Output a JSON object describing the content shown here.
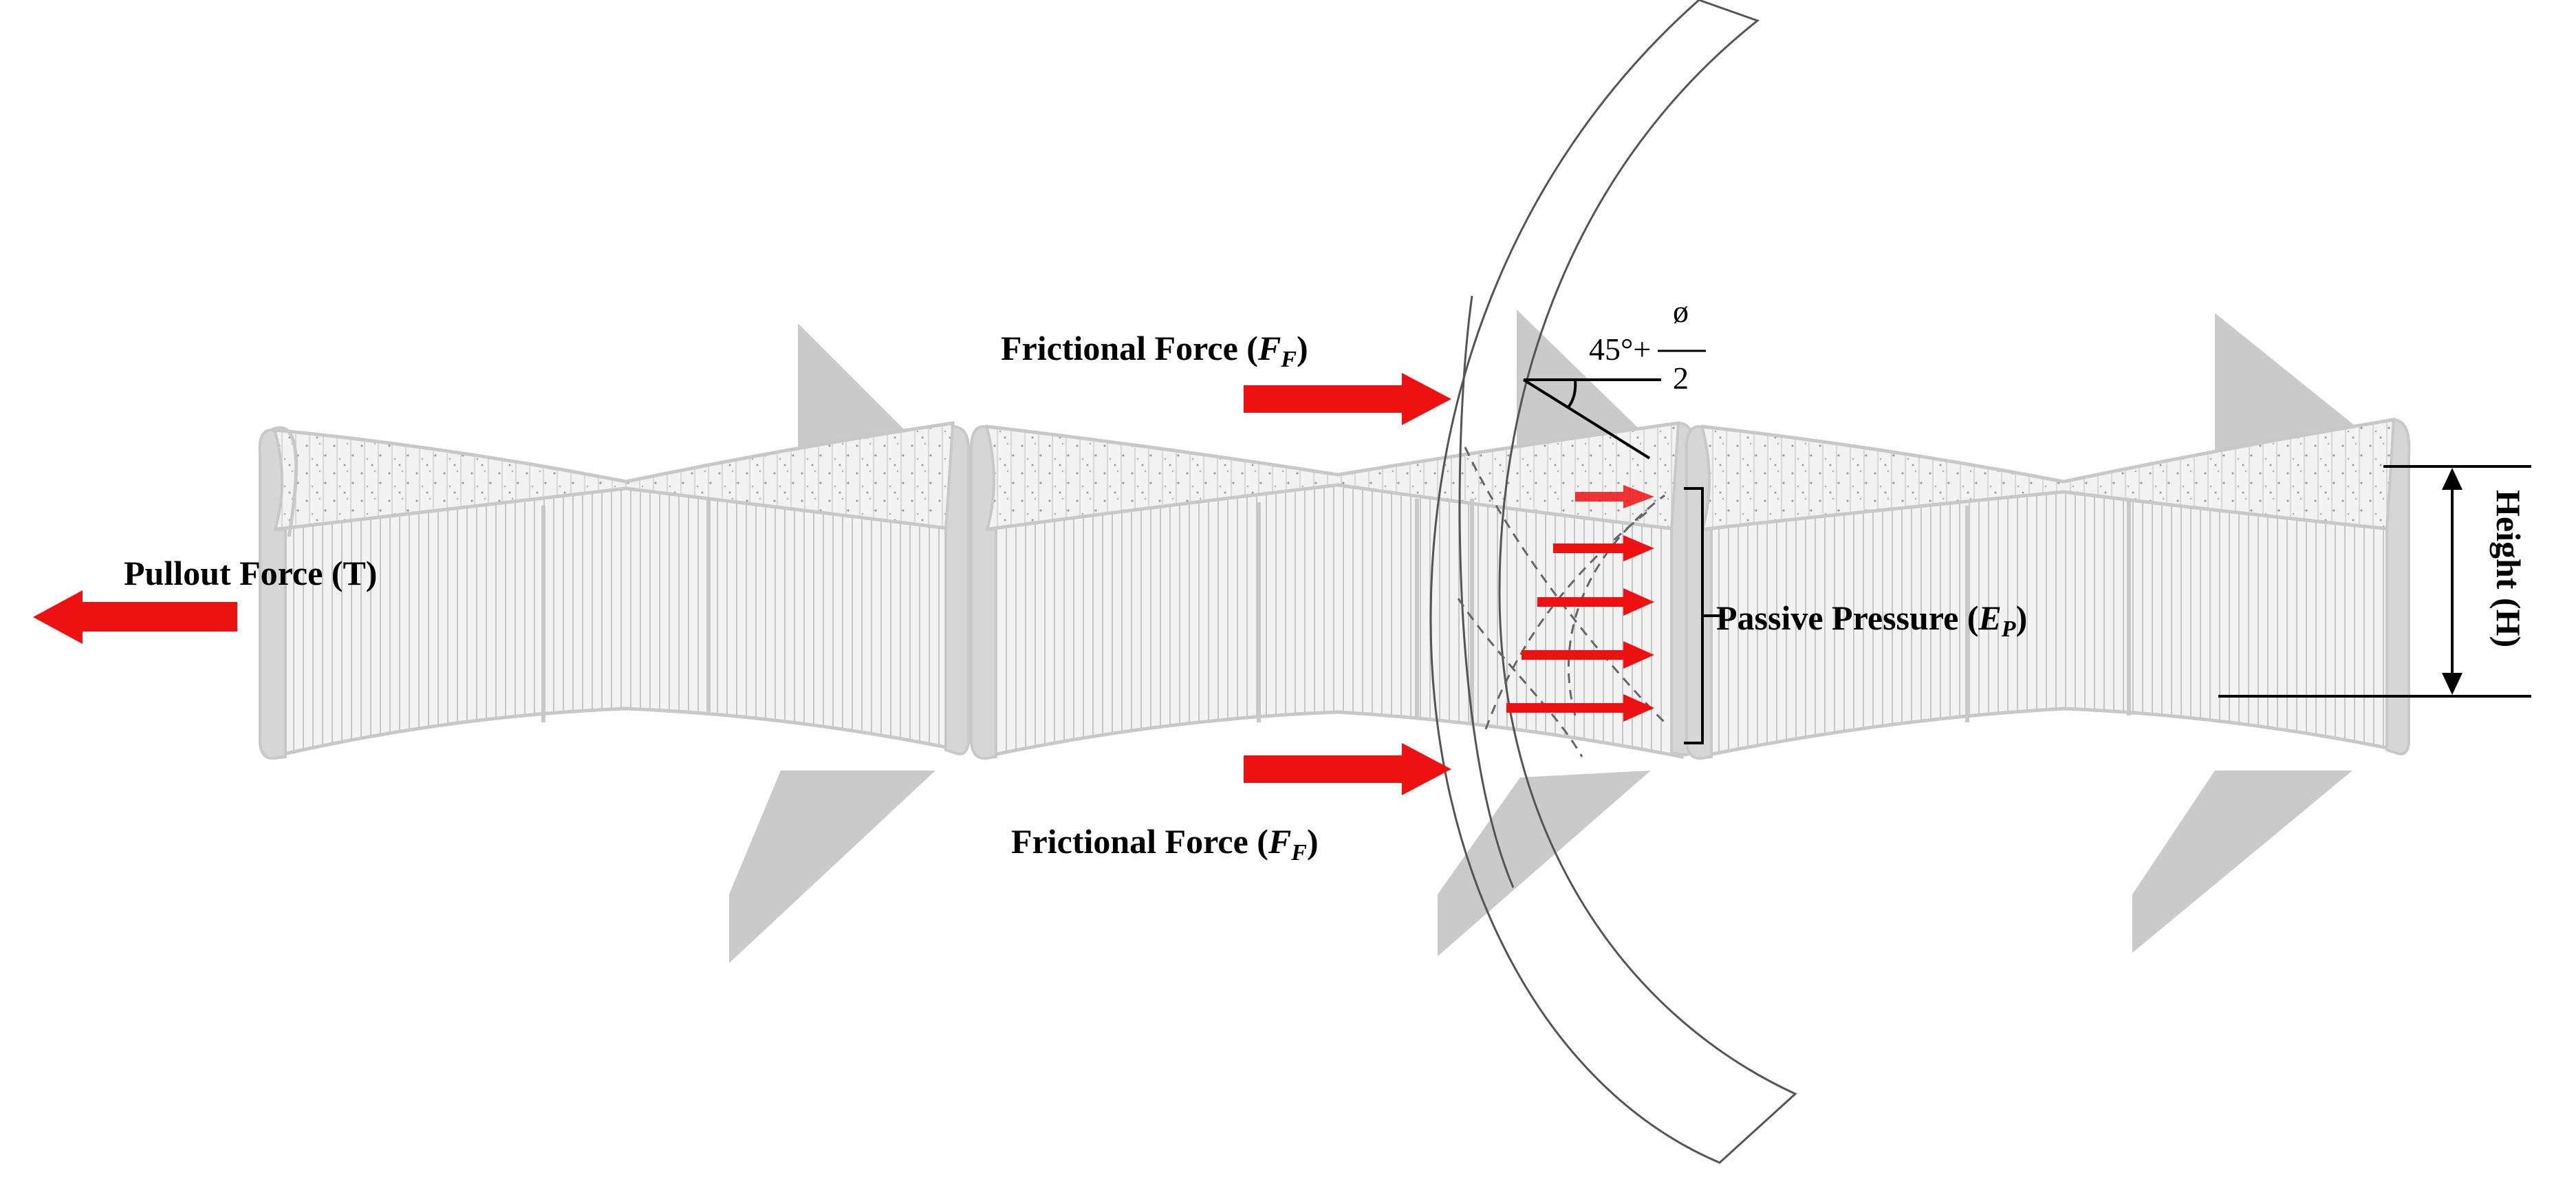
{
  "labels": {
    "pullout": "Pullout Force (T)",
    "friction_top_main": "Frictional Force (",
    "friction_top_sym": "F",
    "friction_top_sub": "F",
    "friction_top_close": ")",
    "friction_bottom_main": "Frictional Force (",
    "friction_bottom_sym": "F",
    "friction_bottom_sub": "F",
    "friction_bottom_close": ")",
    "passive_main": "Passive Pressure (",
    "passive_sym": "E",
    "passive_sub": "P",
    "passive_close": ")",
    "height": "Height (H)",
    "angle_base": "45°+",
    "angle_numerator": "ø",
    "angle_denominator": "2"
  },
  "colors": {
    "arrow": "#ee1111",
    "strip_fill": "#eeeeee",
    "strip_outline": "#c8c8c8",
    "anchor": "#c4c4c4",
    "line": "#000000"
  }
}
